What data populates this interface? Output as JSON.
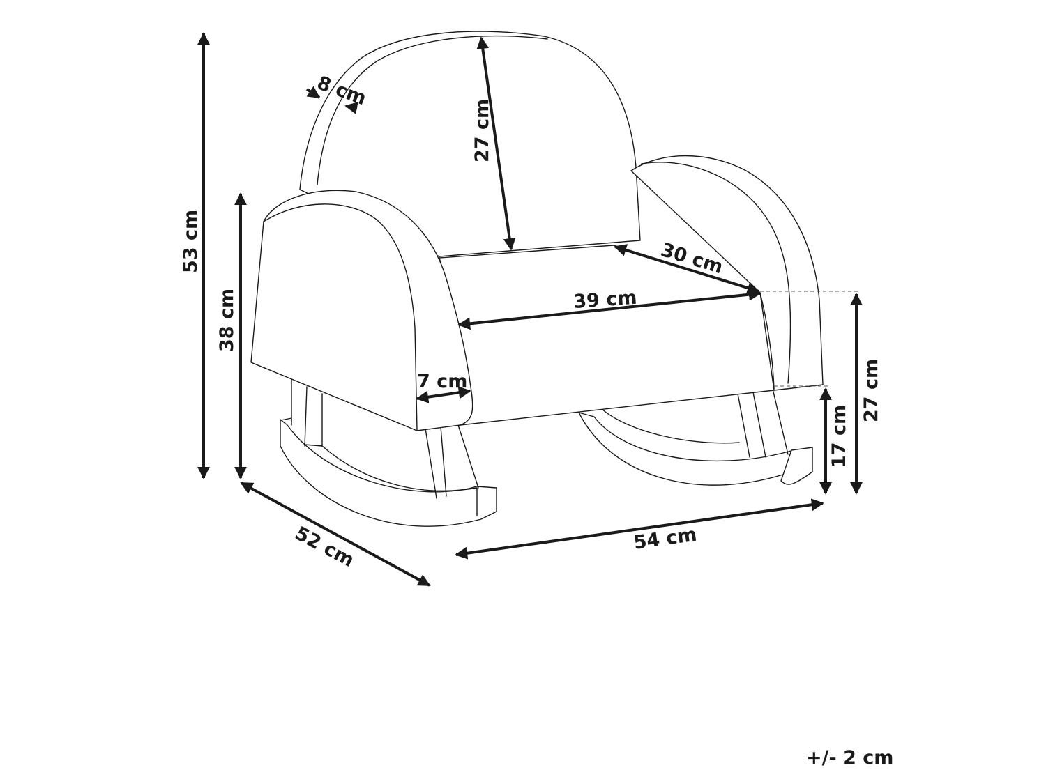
{
  "dimensions": {
    "overall_height": "53 cm",
    "arm_height": "38 cm",
    "backrest_height": "27 cm",
    "backrest_thickness": "8 cm",
    "seat_depth": "30 cm",
    "seat_width": "39 cm",
    "arm_width": "7 cm",
    "depth": "52 cm",
    "width": "54 cm",
    "rocker_height": "17 cm",
    "seat_height": "27 cm"
  },
  "tolerance": "+/- 2 cm",
  "colors": {
    "line": "#1a1a1a",
    "background": "#ffffff"
  }
}
